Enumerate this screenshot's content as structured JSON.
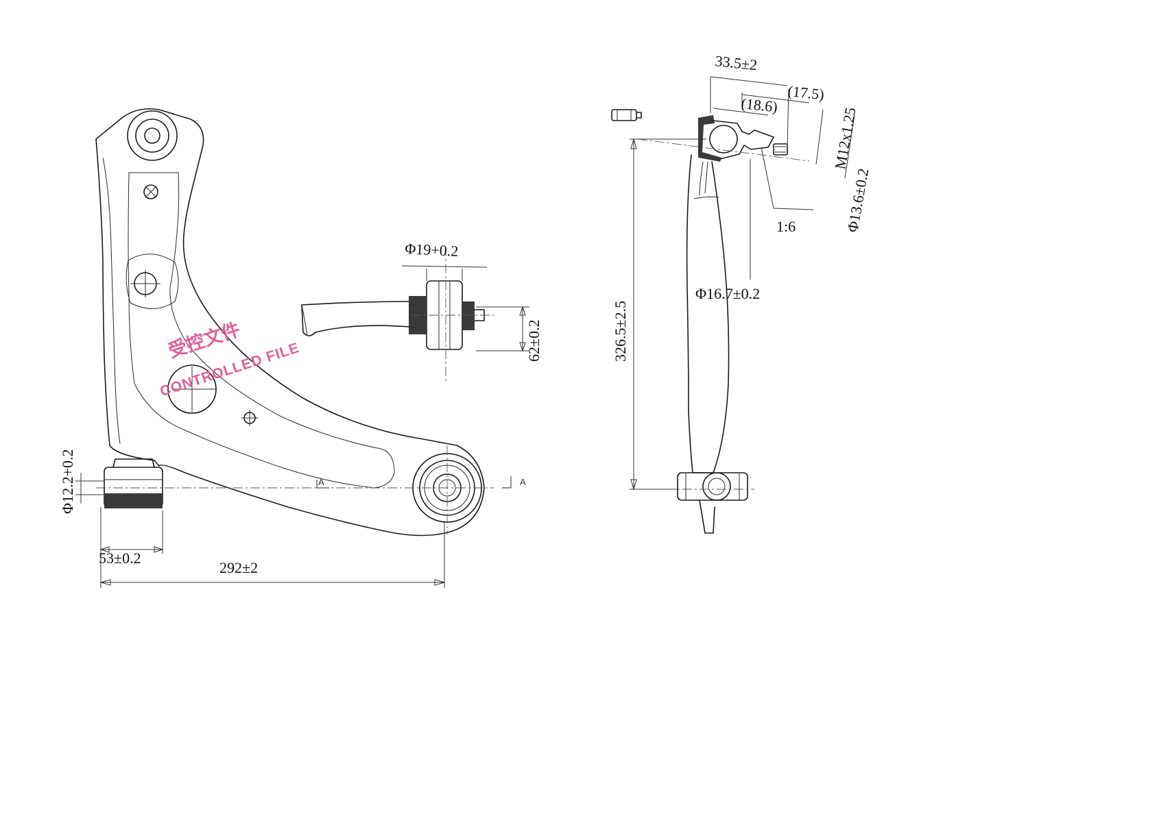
{
  "front_view": {
    "dim_overall_length": "292±2",
    "dim_rear_bushing_width": "53±0.2",
    "dim_rear_bushing_bore": "Φ12.2+0.2",
    "dim_front_bushing_bore": "Φ19+0.2",
    "dim_front_bushing_length": "62±0.2",
    "section_label_left": "A",
    "section_label_right": "A"
  },
  "side_view": {
    "dim_height": "326.5±2.5",
    "dim_stud_length": "33.5±2",
    "dim_stud_ref_1": "(17.5)",
    "dim_stud_ref_2": "(18.6)",
    "dim_thread": "M12x1.25",
    "dim_stud_diameter": "Φ13.6±0.2",
    "dim_taper": "1:6",
    "dim_ball_diameter": "Φ16.7±0.2"
  },
  "stamp": {
    "chinese_text": "受控文件",
    "english_text": "CONTROLLED FILE",
    "color": "#e0609a"
  },
  "colors": {
    "line": "#1a1a1a",
    "background": "#ffffff"
  }
}
